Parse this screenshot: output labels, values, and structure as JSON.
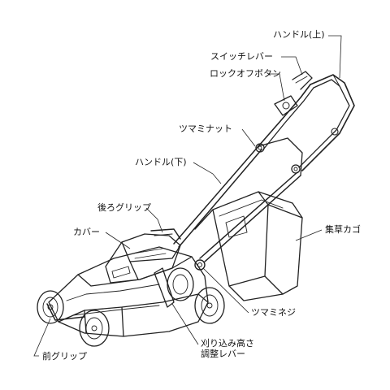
{
  "labels": {
    "handle_upper": "ハンドル(上)",
    "switch_lever": "スイッチレバー",
    "lockoff_button": "ロックオフボタン",
    "knob_nut": "ツマミナット",
    "handle_lower": "ハンドル(下)",
    "rear_grip": "後ろグリップ",
    "cover": "カバー",
    "grass_bag": "集草カゴ",
    "knob_screw": "ツマミネジ",
    "height_lever_line1": "刈り込み高さ",
    "height_lever_line2": "調整レバー",
    "front_grip": "前グリップ"
  },
  "colors": {
    "line": "#222222",
    "text": "#111111",
    "background": "#ffffff"
  }
}
